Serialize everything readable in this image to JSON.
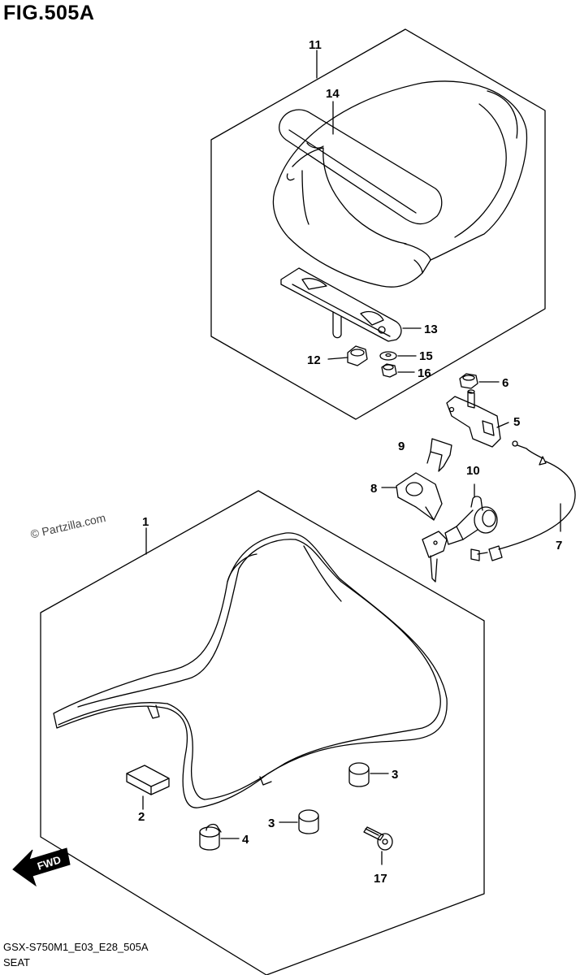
{
  "figure": {
    "title": "FIG.505A",
    "watermark": "© Partzilla.com",
    "code": "GSX-S750M1_E03_E28_505A",
    "description": "SEAT",
    "direction_label": "FWD"
  },
  "callouts": [
    "1",
    "2",
    "3",
    "3",
    "4",
    "5",
    "6",
    "7",
    "8",
    "9",
    "10",
    "11",
    "12",
    "13",
    "14",
    "15",
    "16",
    "17"
  ]
}
